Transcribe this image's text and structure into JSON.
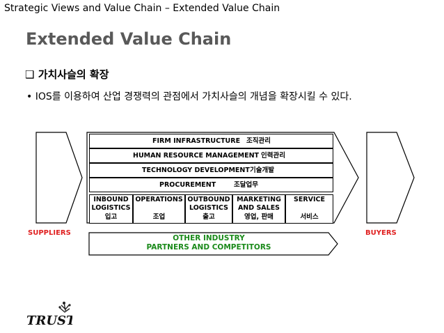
{
  "header": {
    "top_title": "Strategic Views and Value Chain – Extended Value Chain",
    "main_title": "Extended Value Chain"
  },
  "content": {
    "sub_heading_marker": "❑",
    "sub_heading": "가치사슬의 확장",
    "bullet_marker": "•",
    "bullet_text": "IOS를 이용하여 산업 경쟁력의 관점에서 가치사슬의 개념을 확장시킬 수 있다."
  },
  "diagram": {
    "suppliers_label": "SUPPLIERS",
    "buyers_label": "BUYERS",
    "support": [
      {
        "en": "FIRM INFRASTRUCTURE",
        "ko": "조직관리"
      },
      {
        "en": "HUMAN RESOURCE MANAGEMENT",
        "ko": "인력관리"
      },
      {
        "en": "TECHNOLOGY DEVELOPMENT",
        "ko": "기술개발"
      },
      {
        "en": "PROCUREMENT",
        "ko": "조달업무"
      }
    ],
    "primary": [
      {
        "line1": "INBOUND",
        "line2": "LOGISTICS",
        "ko": "입고"
      },
      {
        "line1": "OPERATIONS",
        "line2": "",
        "ko": "조업"
      },
      {
        "line1": "OUTBOUND",
        "line2": "LOGISTICS",
        "ko": "출고"
      },
      {
        "line1": "MARKETING",
        "line2": "AND SALES",
        "ko": "영업, 판매"
      },
      {
        "line1": "SERVICE",
        "line2": "",
        "ko": "서비스"
      }
    ],
    "partners_line1": "OTHER INDUSTRY",
    "partners_line2": "PARTNERS AND COMPETITORS"
  },
  "logo": {
    "text": "TRUST"
  },
  "colors": {
    "red": "#e02020",
    "green": "#1a8a1a",
    "title_gray": "#595959"
  }
}
